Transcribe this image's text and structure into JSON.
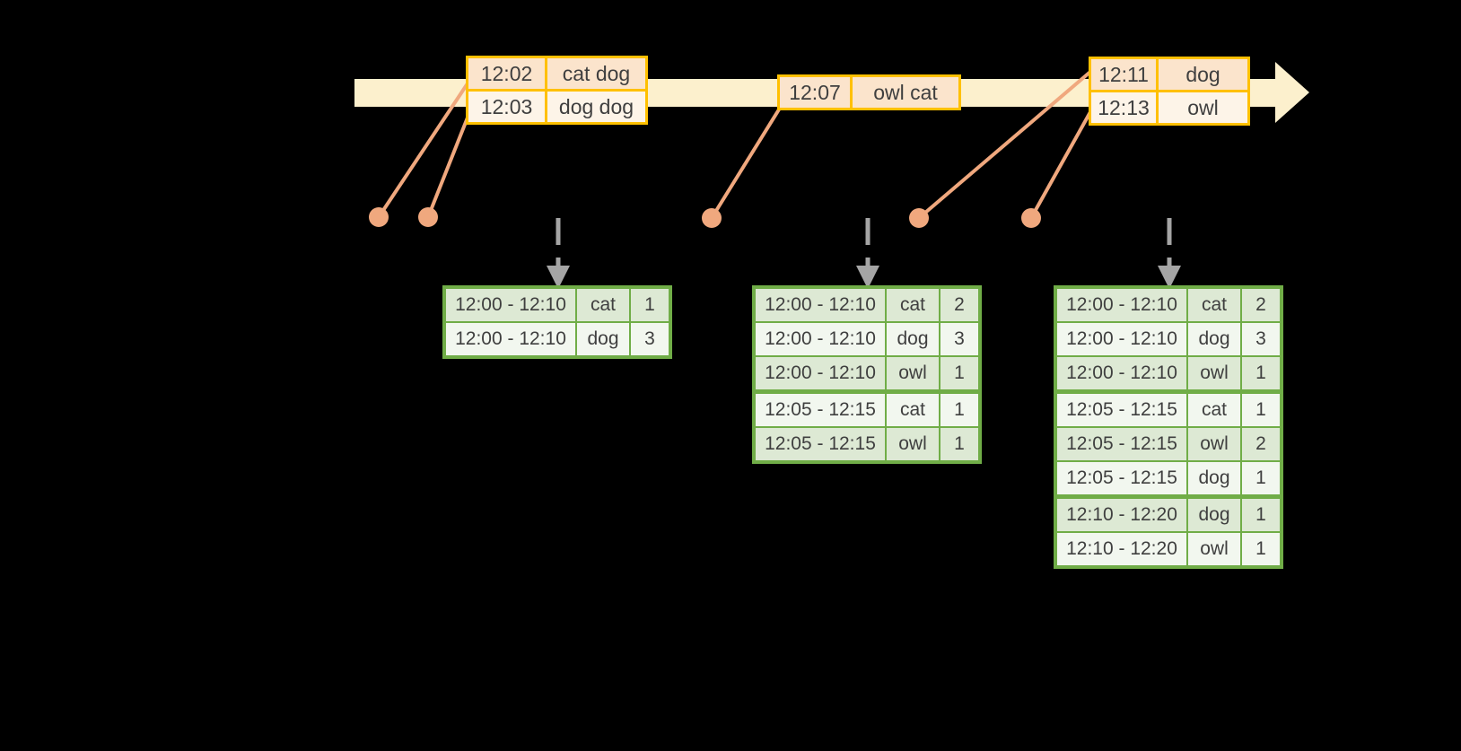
{
  "colors": {
    "background": "#000000",
    "timeline_fill": "#fcf0cd",
    "event_table_border": "#ffc000",
    "event_row_dark": "#fbe4cc",
    "event_row_light": "#fdf4e8",
    "connector_dot": "#f0a87e",
    "trigger_arrow": "#a5a5a5",
    "result_table_border": "#70ad47",
    "result_row_dark": "#dde9d4",
    "result_row_light": "#f2f7ef",
    "text": "#3f3f3f"
  },
  "event_tables": [
    {
      "rows": [
        {
          "time": "12:02",
          "words": "cat dog"
        },
        {
          "time": "12:03",
          "words": "dog dog"
        }
      ]
    },
    {
      "rows": [
        {
          "time": "12:07",
          "words": "owl cat"
        }
      ]
    },
    {
      "rows": [
        {
          "time": "12:11",
          "words": "dog"
        },
        {
          "time": "12:13",
          "words": "owl"
        }
      ]
    }
  ],
  "result_tables": [
    {
      "rows": [
        {
          "window": "12:00 - 12:10",
          "word": "cat",
          "count": "1"
        },
        {
          "window": "12:00 - 12:10",
          "word": "dog",
          "count": "3"
        }
      ]
    },
    {
      "rows": [
        {
          "window": "12:00 - 12:10",
          "word": "cat",
          "count": "2"
        },
        {
          "window": "12:00 - 12:10",
          "word": "dog",
          "count": "3"
        },
        {
          "window": "12:00 - 12:10",
          "word": "owl",
          "count": "1"
        },
        {
          "window": "12:05 - 12:15",
          "word": "cat",
          "count": "1",
          "group_start": true
        },
        {
          "window": "12:05 - 12:15",
          "word": "owl",
          "count": "1"
        }
      ]
    },
    {
      "rows": [
        {
          "window": "12:00 - 12:10",
          "word": "cat",
          "count": "2"
        },
        {
          "window": "12:00 - 12:10",
          "word": "dog",
          "count": "3"
        },
        {
          "window": "12:00 - 12:10",
          "word": "owl",
          "count": "1"
        },
        {
          "window": "12:05 - 12:15",
          "word": "cat",
          "count": "1",
          "group_start": true
        },
        {
          "window": "12:05 - 12:15",
          "word": "owl",
          "count": "2"
        },
        {
          "window": "12:05 - 12:15",
          "word": "dog",
          "count": "1"
        },
        {
          "window": "12:10 - 12:20",
          "word": "dog",
          "count": "1",
          "group_start": true
        },
        {
          "window": "12:10 - 12:20",
          "word": "owl",
          "count": "1"
        }
      ]
    }
  ]
}
